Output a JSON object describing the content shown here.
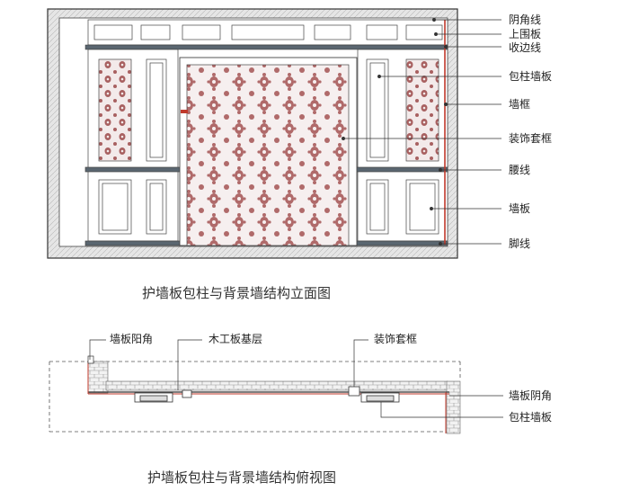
{
  "elevation": {
    "title": "护墙板包柱与背景墙结构立面图",
    "labels": {
      "yinjiao": "阴角线",
      "shangwei": "上围板",
      "shoubian": "收边线",
      "baozhu": "包柱墙板",
      "qiangkuang": "墙框",
      "taokuang": "装饰套框",
      "yaoxian": "腰线",
      "qiangban": "墙板",
      "jiaoxian": "脚线"
    }
  },
  "plan": {
    "title": "护墙板包柱与背景墙结构俯视图",
    "labels": {
      "yangjiao": "墙板阳角",
      "jiceng": "木工板基层",
      "taokuang": "装饰套框",
      "yinjiao": "墙板阴角",
      "baozhu": "包柱墙板"
    }
  },
  "colors": {
    "line": "#333333",
    "wall_fill": "#e4e4e4",
    "accent_red": "#c0392b",
    "pattern": "#b06a6a"
  }
}
